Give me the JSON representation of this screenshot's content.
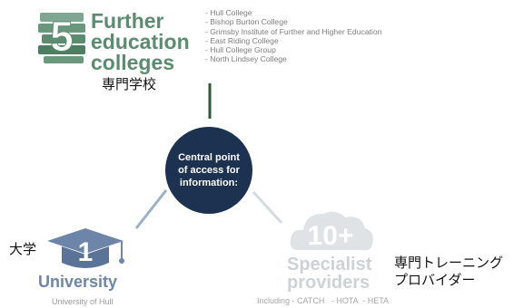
{
  "further_education": {
    "badge_number": "5",
    "title_lines": [
      "Further",
      "education",
      "colleges"
    ],
    "colleges": [
      "- Hull College",
      "- Bishop Burton College",
      "- Grimsby Institute of Further and Higher Education",
      "- East Riding College",
      "- Hull College Group",
      "- North Lindsey College"
    ],
    "japanese_label": "専門学校"
  },
  "hub": {
    "text": "Central point of access for information:"
  },
  "university": {
    "badge_number": "1",
    "title": "University",
    "subtitle": "University of Hull",
    "japanese_label": "大学"
  },
  "specialist": {
    "badge_number": "10+",
    "title_lines": [
      "Specialist",
      "providers"
    ],
    "subtitle": "Including - CATCH   - HOTA  - HETA",
    "japanese_label_lines": [
      "専門トレーニング",
      "プロバイダー"
    ]
  },
  "colors": {
    "green": "#5b8c6f",
    "navy": "#1d3250",
    "blue": "#6d85a8",
    "light_grey": "#cdd2d5"
  }
}
